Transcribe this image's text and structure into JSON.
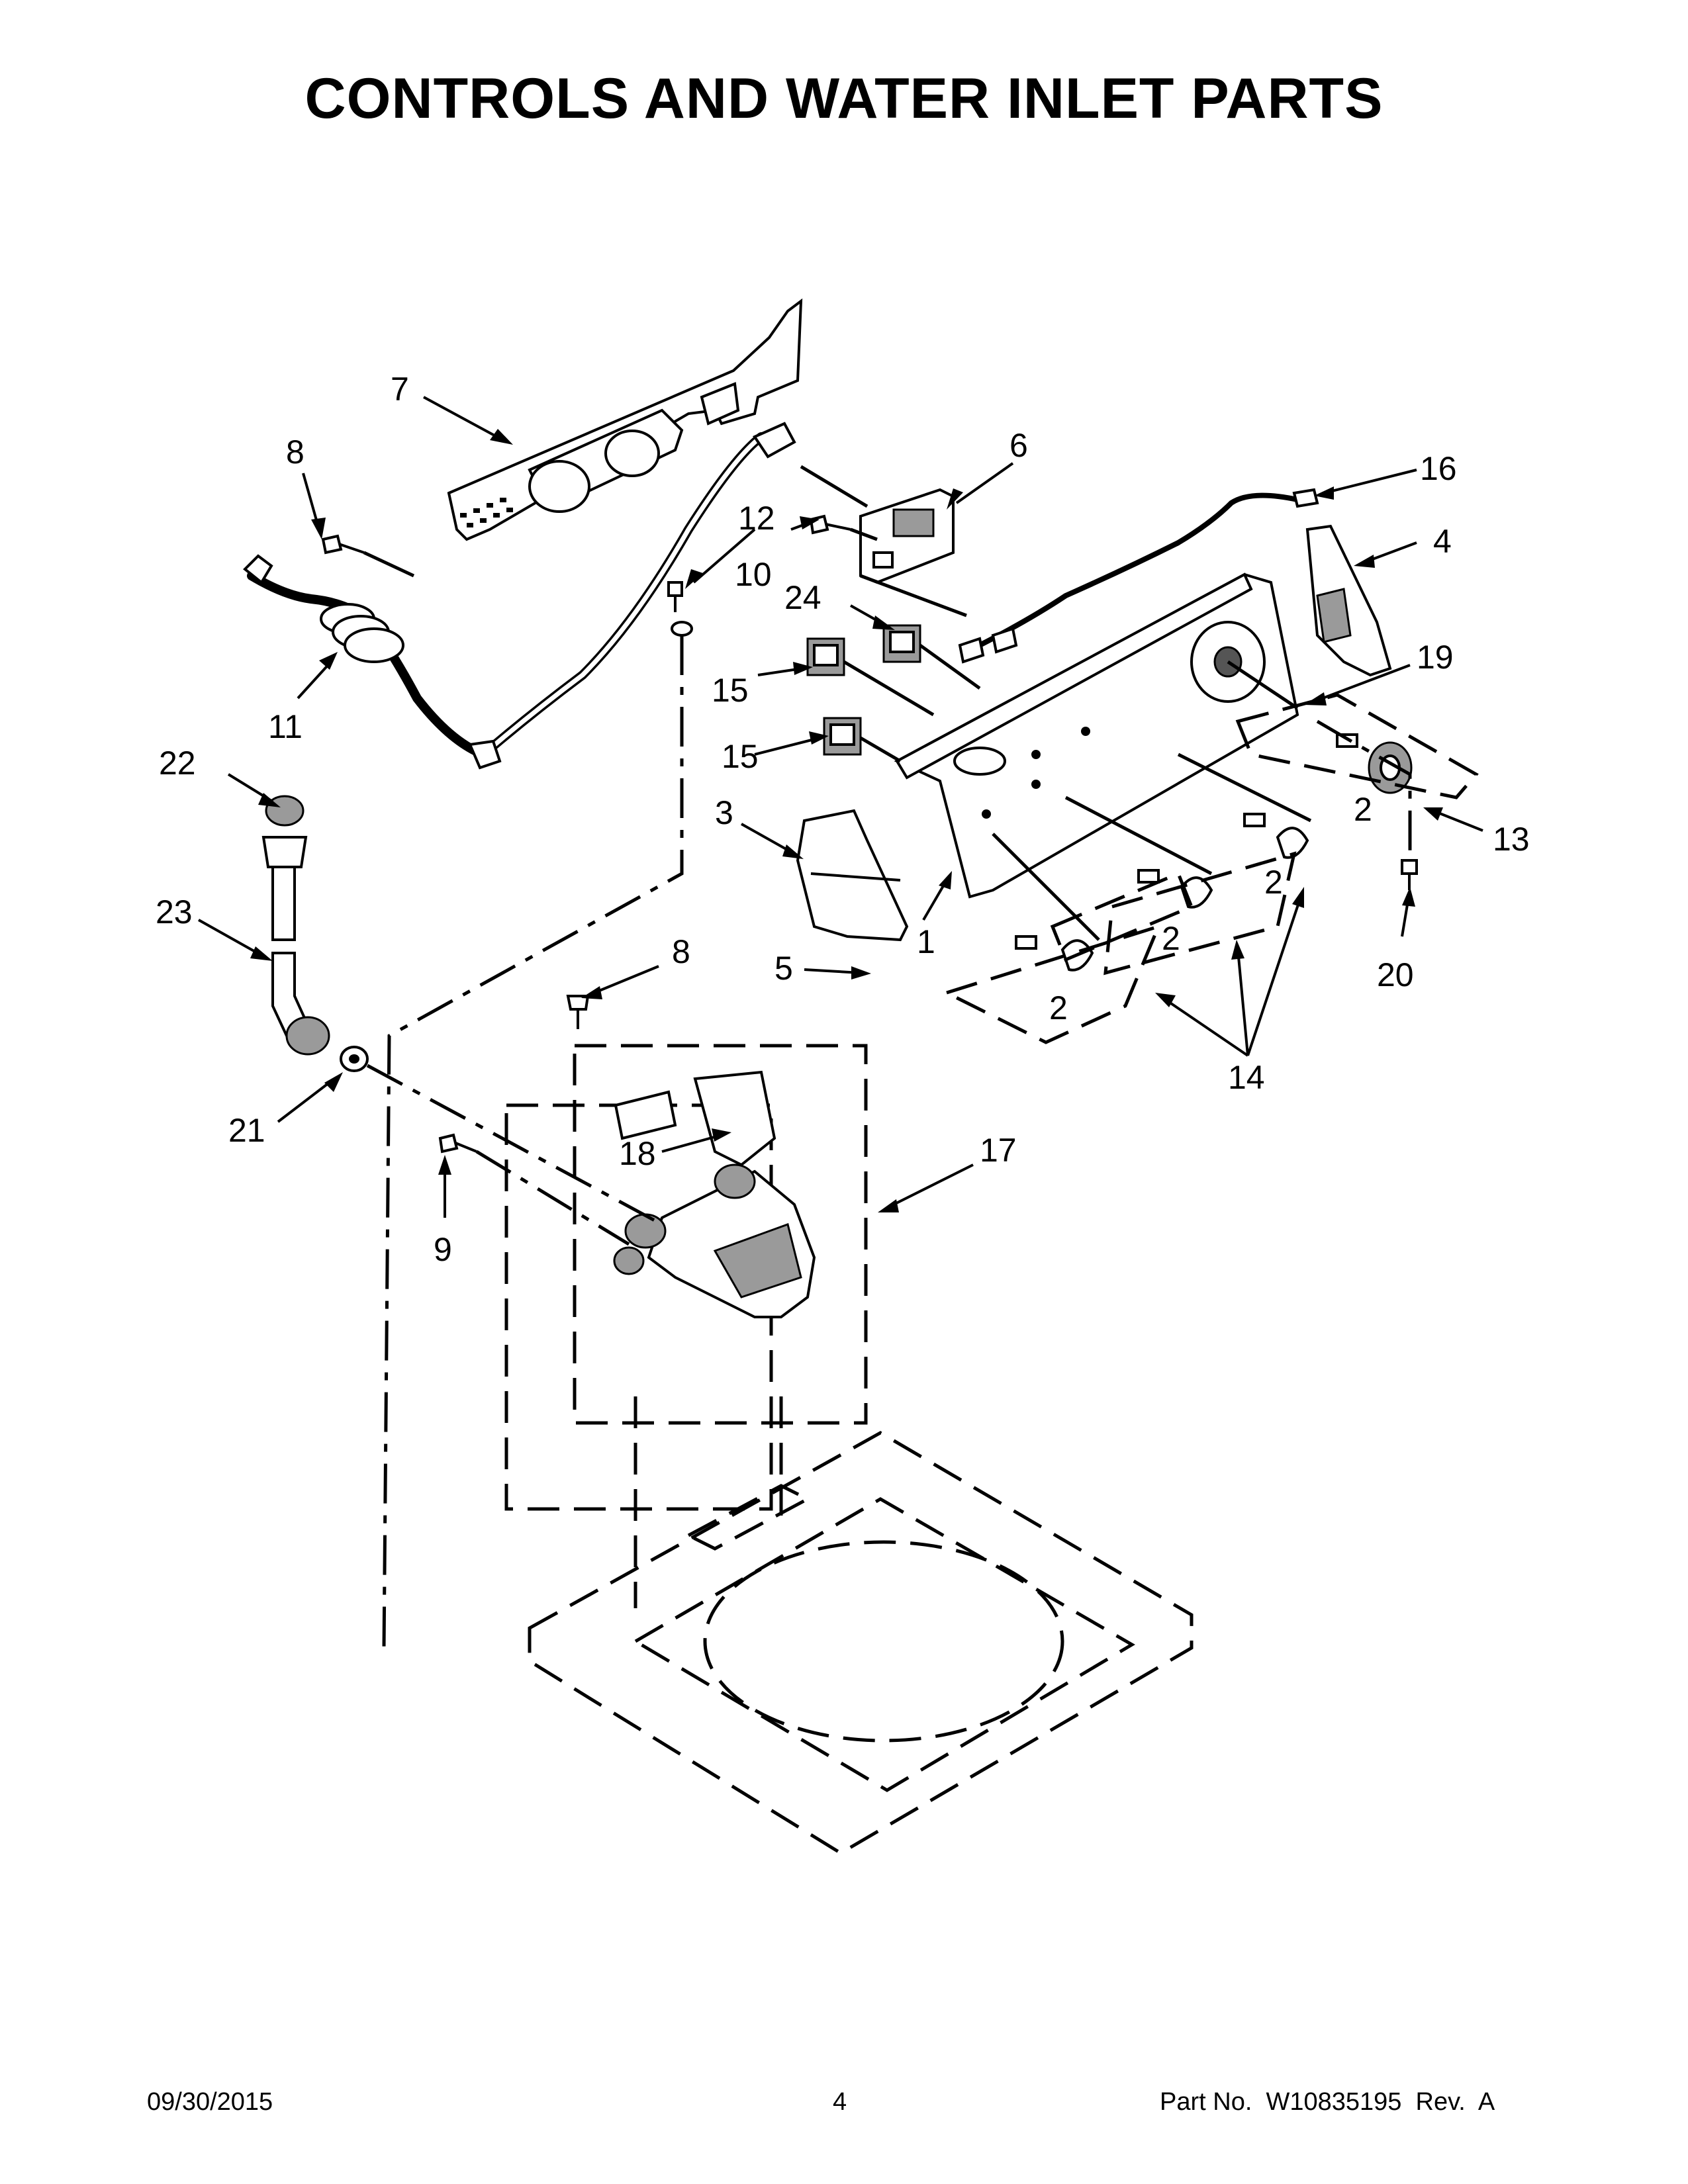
{
  "title": "CONTROLS AND WATER INLET PARTS",
  "footer": {
    "date": "09/30/2015",
    "page": "4",
    "part_number": "Part No.  W10835195  Rev.  A"
  },
  "callouts": [
    {
      "id": "7",
      "text": "7"
    },
    {
      "id": "8a",
      "text": "8"
    },
    {
      "id": "11",
      "text": "11"
    },
    {
      "id": "12",
      "text": "12"
    },
    {
      "id": "6",
      "text": "6"
    },
    {
      "id": "10",
      "text": "10"
    },
    {
      "id": "24",
      "text": "24"
    },
    {
      "id": "16",
      "text": "16"
    },
    {
      "id": "4",
      "text": "4"
    },
    {
      "id": "15a",
      "text": "15"
    },
    {
      "id": "15b",
      "text": "15"
    },
    {
      "id": "19",
      "text": "19"
    },
    {
      "id": "22",
      "text": "22"
    },
    {
      "id": "3",
      "text": "3"
    },
    {
      "id": "2a",
      "text": "2"
    },
    {
      "id": "13",
      "text": "13"
    },
    {
      "id": "2b",
      "text": "2"
    },
    {
      "id": "2c",
      "text": "2"
    },
    {
      "id": "2d",
      "text": "2"
    },
    {
      "id": "23",
      "text": "23"
    },
    {
      "id": "1",
      "text": "1"
    },
    {
      "id": "8b",
      "text": "8"
    },
    {
      "id": "5",
      "text": "5"
    },
    {
      "id": "20",
      "text": "20"
    },
    {
      "id": "14",
      "text": "14"
    },
    {
      "id": "21",
      "text": "21"
    },
    {
      "id": "18",
      "text": "18"
    },
    {
      "id": "17",
      "text": "17"
    },
    {
      "id": "9",
      "text": "9"
    }
  ]
}
